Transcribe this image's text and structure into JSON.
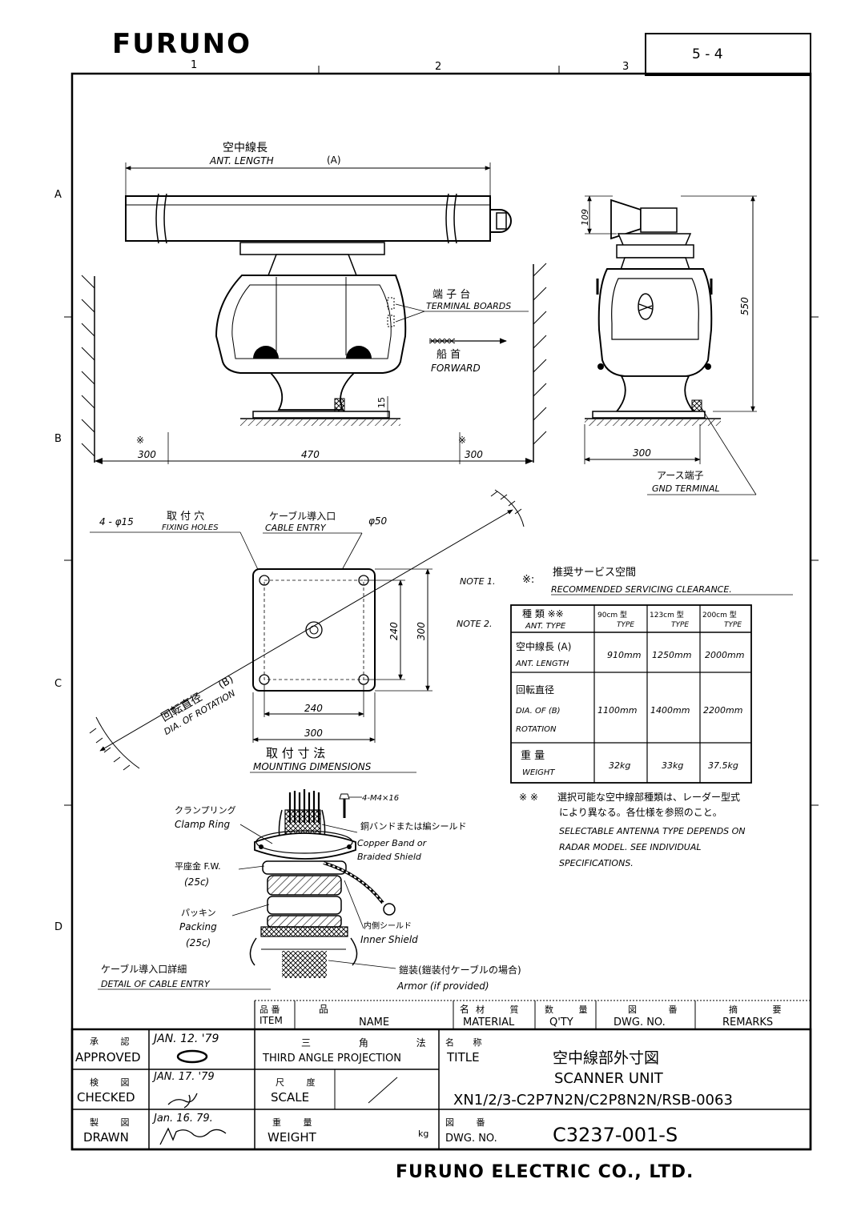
{
  "header": {
    "logo": "FURUNO",
    "page_number": "5 - 4",
    "zone_columns": [
      "1",
      "2",
      "3"
    ],
    "zone_rows": [
      "A",
      "B",
      "C",
      "D"
    ]
  },
  "front_view": {
    "ant_length_jp": "空中線長",
    "ant_length_en": "ANT. LENGTH",
    "ant_length_ref": "(A)",
    "terminal_jp": "端 子 台",
    "terminal_en": "TERMINAL BOARDS",
    "forward_jp": "船 首",
    "forward_en": "FORWARD",
    "dim_15": "15",
    "clear_mark_left": "※",
    "clear_mark_right": "※",
    "dim_left": "300",
    "dim_center": "470",
    "dim_right": "300"
  },
  "side_view": {
    "dim_109": "109",
    "dim_550": "550",
    "dim_300": "300",
    "gnd_jp": "アース端子",
    "gnd_en": "GND TERMINAL"
  },
  "mounting": {
    "holes_count": "4 - φ15",
    "holes_jp": "取 付 穴",
    "holes_en": "FIXING HOLES",
    "cable_jp": "ケーブル導入口",
    "cable_en": "CABLE ENTRY",
    "cable_dia": "φ50",
    "dim_240_v": "240",
    "dim_300_v": "300",
    "dim_240_h": "240",
    "dim_300_h": "300",
    "rotation_jp": "回転直径",
    "rotation_en": "DIA. OF ROTATION",
    "rotation_ref": "(B)",
    "title_jp": "取 付 寸 法",
    "title_en": "MOUNTING DIMENSIONS"
  },
  "notes": {
    "note1_label": "NOTE 1.",
    "note1_mark": "※:",
    "note1_jp": "推奨サービス空間",
    "note1_en": "RECOMMENDED SERVICING CLEARANCE.",
    "note2_label": "NOTE 2.",
    "footnote_mark": "※ ※",
    "footnote_jp1": "選択可能な空中線部種類は、レーダー型式",
    "footnote_jp2": "により異なる。各仕様を参照のこと。",
    "footnote_en1": "SELECTABLE ANTENNA TYPE DEPENDS ON",
    "footnote_en2": "RADAR MODEL. SEE INDIVIDUAL",
    "footnote_en3": "SPECIFICATIONS."
  },
  "type_table": {
    "header_jp": "種 類 ※※",
    "header_en": "ANT. TYPE",
    "col1_jp": "90cm 型",
    "col1_en": "TYPE",
    "col2_jp": "123cm 型",
    "col2_en": "TYPE",
    "col3_jp": "200cm 型",
    "col3_en": "TYPE",
    "rows": [
      {
        "jp": "空中線長 (A)",
        "en": "ANT. LENGTH",
        "en2": "",
        "v1": "910mm",
        "v2": "1250mm",
        "v3": "2000mm"
      },
      {
        "jp": "回転直径",
        "en": "DIA. OF (B)",
        "en2": "ROTATION",
        "v1": "1100mm",
        "v2": "1400mm",
        "v3": "2200mm"
      },
      {
        "jp": "重 量",
        "en": "WEIGHT",
        "en2": "",
        "v1": "32kg",
        "v2": "33kg",
        "v3": "37.5kg"
      }
    ]
  },
  "cable_detail": {
    "bolt": "4-M4×16",
    "clamp_jp": "クランプリング",
    "clamp_en": "Clamp Ring",
    "copper_jp": "銅バンドまたは編シールド",
    "copper_en1": "Copper Band or",
    "copper_en2": "Braided Shield",
    "fw_jp": "平座金 F.W.",
    "fw_size": "(25c)",
    "packing_jp": "パッキン",
    "packing_en": "Packing",
    "packing_size": "(25c)",
    "inner_jp": "内側シールド",
    "inner_en": "Inner Shield",
    "armor_jp": "鎧装(鎧装付ケーブルの場合)",
    "armor_en": "Armor (if provided)",
    "title_jp": "ケーブル導入口詳細",
    "title_en": "DETAIL OF CABLE ENTRY"
  },
  "parts_header": {
    "item_jp": "品 番",
    "item_en": "ITEM",
    "name_jp": "品 名",
    "name_en": "NAME",
    "material_jp": "材 質",
    "material_en": "MATERIAL",
    "qty_jp": "数 量",
    "qty_en": "Q'TY",
    "dwg_jp": "図 番",
    "dwg_en": "DWG. NO.",
    "remarks_jp": "摘 要",
    "remarks_en": "REMARKS"
  },
  "title_block": {
    "approved_jp": "承 認",
    "approved_en": "APPROVED",
    "approved_date": "JAN. 12. '79",
    "checked_jp": "検 図",
    "checked_en": "CHECKED",
    "checked_date": "JAN. 17. '79",
    "drawn_jp": "製 図",
    "drawn_en": "DRAWN",
    "drawn_date": "Jan. 16. 79.",
    "projection_jp": "三 角 法",
    "projection_en": "THIRD ANGLE PROJECTION",
    "scale_jp": "尺 度",
    "scale_en": "SCALE",
    "weight_jp": "重 量",
    "weight_en": "WEIGHT",
    "weight_unit": "kg",
    "title_label_jp": "名 称",
    "title_label_en": "TITLE",
    "title_jp": "空中線部外寸図",
    "title_en": "SCANNER UNIT",
    "model": "XN1/2/3-C2P7N2N/C2P8N2N/RSB-0063",
    "dwgno_jp": "図 番",
    "dwgno_en": "DWG. NO.",
    "dwg_number": "C3237-001-S"
  },
  "footer": {
    "company": "FURUNO ELECTRIC CO., LTD."
  }
}
